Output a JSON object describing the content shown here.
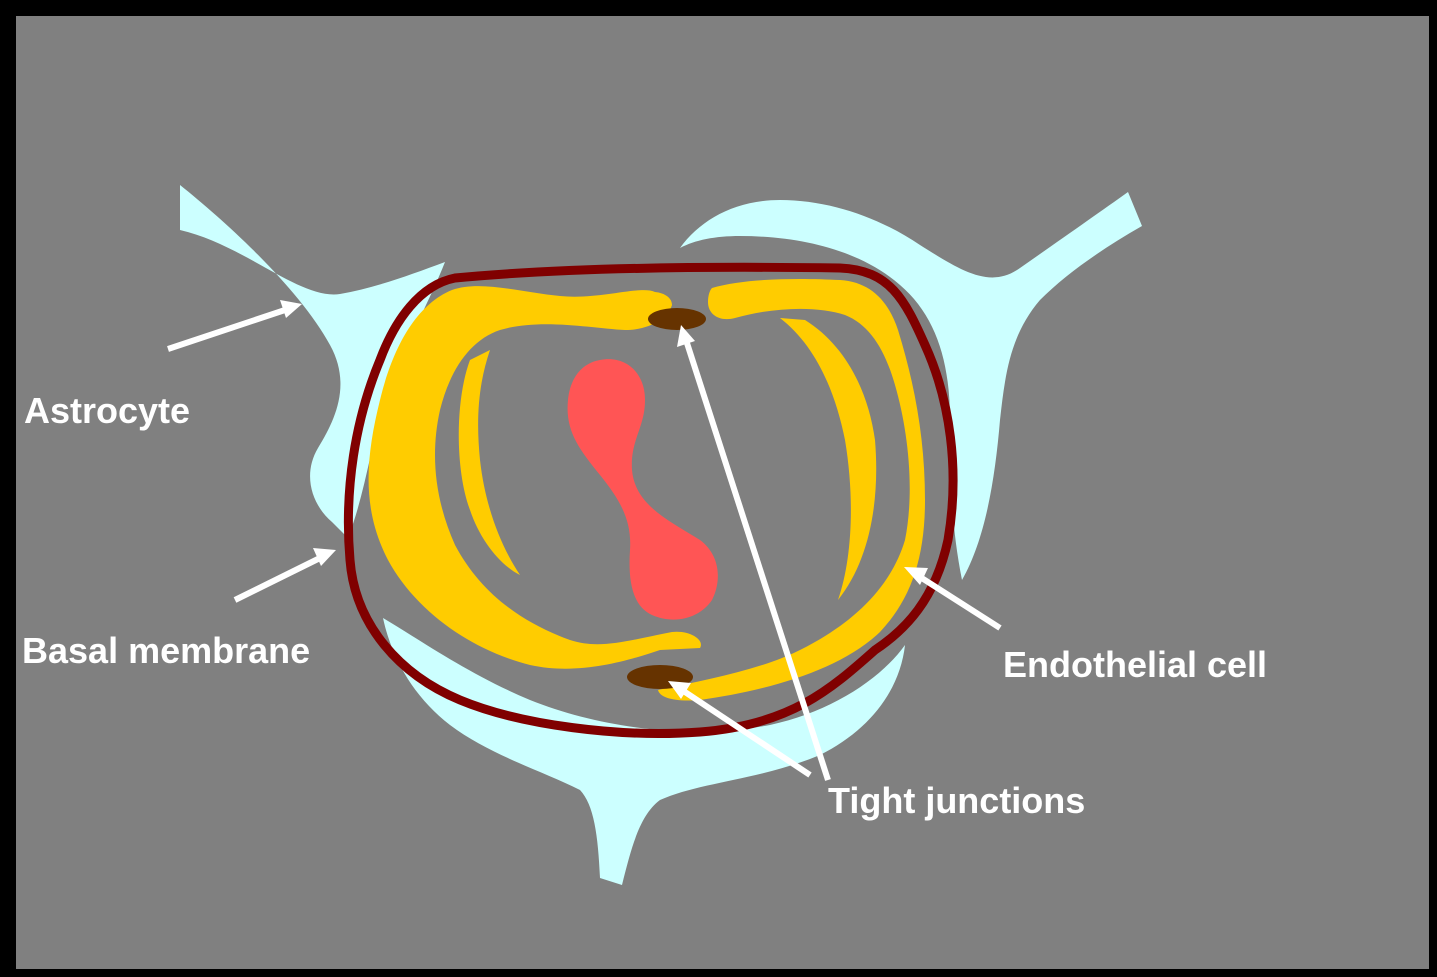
{
  "diagram": {
    "labels": {
      "astrocyte": "Astrocyte",
      "basal_membrane": "Basal membrane",
      "endothelial_cell": "Endothelial cell",
      "tight_junctions": "Tight junctions"
    },
    "colors": {
      "background": "#808080",
      "frame": "#000000",
      "astrocyte": "#ccffff",
      "basal_membrane": "#800000",
      "endothelial_cell": "#ffcc00",
      "tight_junction": "#663300",
      "nucleus": "#ff5555",
      "arrow": "#ffffff",
      "label": "#ffffff"
    }
  }
}
